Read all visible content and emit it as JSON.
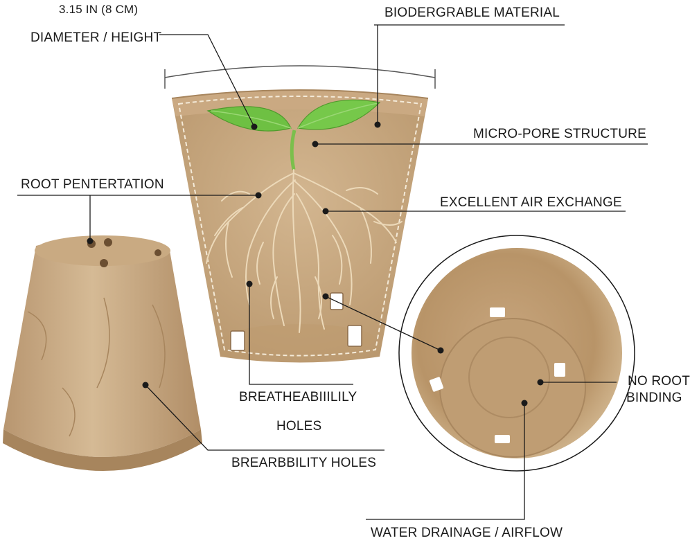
{
  "labels": {
    "size": "3.15 IN (8 CM)",
    "diameter_height": "DIAMETER / HEIGHT",
    "biodegradable": "BIODERGRABLE MATERIAL",
    "micro_pore": "MICRO-PORE STRUCTURE",
    "root_penetration": "ROOT PENTERTATION",
    "air_exchange": "EXCELLENT AIR EXCHANGE",
    "breathability_1": "BREATHEABIIILILY",
    "breathability_2": "HOLES",
    "breathability_holes": "BREARBBILITY HOLES",
    "no_root_1": "NO ROOT",
    "no_root_2": "BINDING",
    "drainage": "WATER DRAINAGE / AIRFLOW"
  },
  "colors": {
    "pulp": "#c9ab85",
    "pulp_dark": "#a8865f",
    "pulp_light": "#dcc4a2",
    "leaf": "#6ec043",
    "root": "#ecd9b9",
    "line": "#1a1a1a"
  }
}
